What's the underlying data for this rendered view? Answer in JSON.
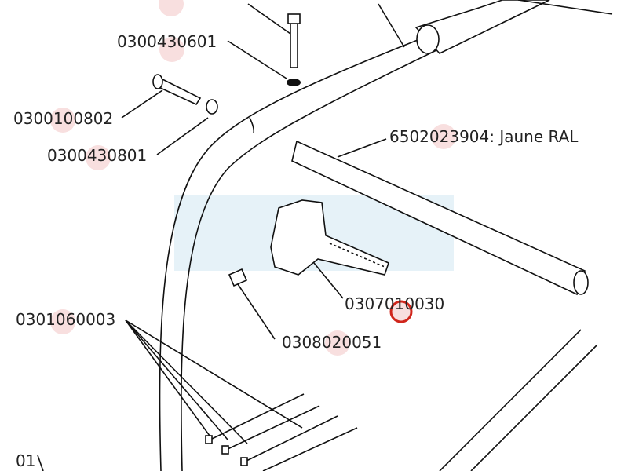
{
  "diagram": {
    "labels": {
      "bolt": "0300430601",
      "pin": "0300100802",
      "washer": "0300430801",
      "tube": "6502023904: Jaune RAL",
      "lever": "0307010030",
      "nipple": "0308020051",
      "ties": "0301060003",
      "partial_bottom": "01"
    },
    "colors": {
      "highlight_band": "#e6f2f8",
      "hotspot": "#f3c9c9",
      "selection_ring": "#d0261c"
    }
  }
}
